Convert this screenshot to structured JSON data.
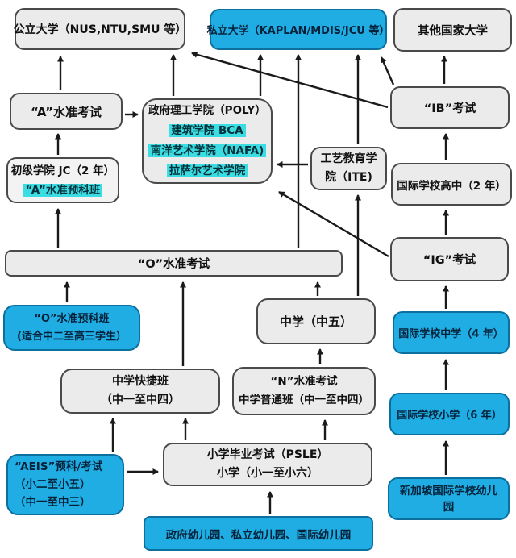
{
  "diagram": {
    "colors": {
      "gray_fill": "#ebebeb",
      "gray_border": "#4a4a4a",
      "cyan_fill": "#1fade3",
      "cyan_border": "#0d6f9e",
      "text_highlight": "#3bdde2",
      "arrow": "#1a1a1a",
      "background": "#ffffff"
    },
    "nodes": {
      "public_university": {
        "line1": "公立大学（NUS,NTU,SMU 等）"
      },
      "private_university": {
        "line1": "私立大学（KAPLAN/MDIS/JCU 等）"
      },
      "other_university": {
        "line1": "其他国家大学"
      },
      "a_level_exam": {
        "line1": "“A”水准考试"
      },
      "poly": {
        "line1": "政府理工学院（POLY）",
        "line2": "建筑学院 BCA",
        "line3": "南洋艺术学院（NAFA)",
        "line4": "拉萨尔艺术学院"
      },
      "jc": {
        "line1": "初级学院 JC（2 年）",
        "line2": "“A”水准预科班"
      },
      "ite": {
        "line1": "工艺教育学院（ITE)"
      },
      "ib_exam": {
        "line1": "“IB”考试"
      },
      "intl_high_school": {
        "line1": "国际学校高中（2 年）"
      },
      "o_level_exam": {
        "line1": "“O”水准考试"
      },
      "ig_exam": {
        "line1": "“IG”考试"
      },
      "o_prep": {
        "line1": "“O”水准预科班",
        "line2": "(适合中二至高三学生）"
      },
      "sec5": {
        "line1": "中学（中五）"
      },
      "intl_secondary": {
        "line1": "国际学校中学（4 年）"
      },
      "express": {
        "line1": "中学快捷班",
        "line2": "（中一至中四）"
      },
      "n_level": {
        "line1": "“N”水准考试",
        "line2": "中学普通班（中一至中四）"
      },
      "intl_primary": {
        "line1": "国际学校小学（6 年）"
      },
      "aeis": {
        "line1": "“AEIS”预科/考试",
        "line2": "（小二至小五）",
        "line3": "（中一至中三）"
      },
      "psle": {
        "line1": "小学毕业考试（PSLE）",
        "line2": "小学（小一至小六）"
      },
      "intl_kindergarten": {
        "line1": "新加坡国际学校幼儿园"
      },
      "kindergarten": {
        "line1": "政府幼儿园、私立幼儿园、国际幼儿园"
      }
    }
  }
}
